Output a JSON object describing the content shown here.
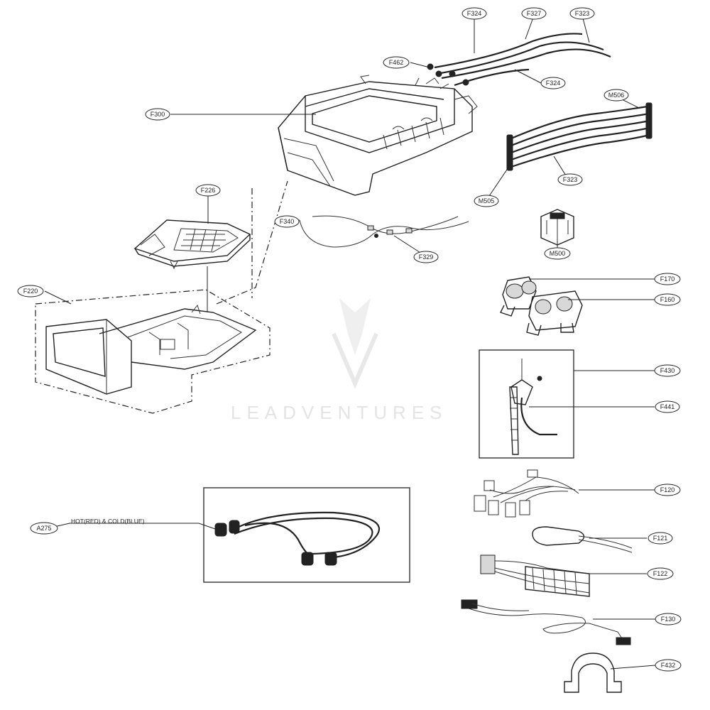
{
  "watermark": "LEADVENTURES",
  "note_a275": "HOT(RED) & COLD(BLUE)",
  "labels": {
    "F324_top": "F324",
    "F327": "F327",
    "F323_top": "F323",
    "F462": "F462",
    "F324_low": "F324",
    "F300": "F300",
    "M506": "M506",
    "F323_mid": "F323",
    "M505": "M505",
    "F226": "F226",
    "F340": "F340",
    "F329": "F329",
    "M500": "M500",
    "F220": "F220",
    "F170": "F170",
    "F160": "F160",
    "F430": "F430",
    "F441": "F441",
    "F120": "F120",
    "A275": "A275",
    "F121": "F121",
    "F122": "F122",
    "F130": "F130",
    "F432": "F432"
  }
}
